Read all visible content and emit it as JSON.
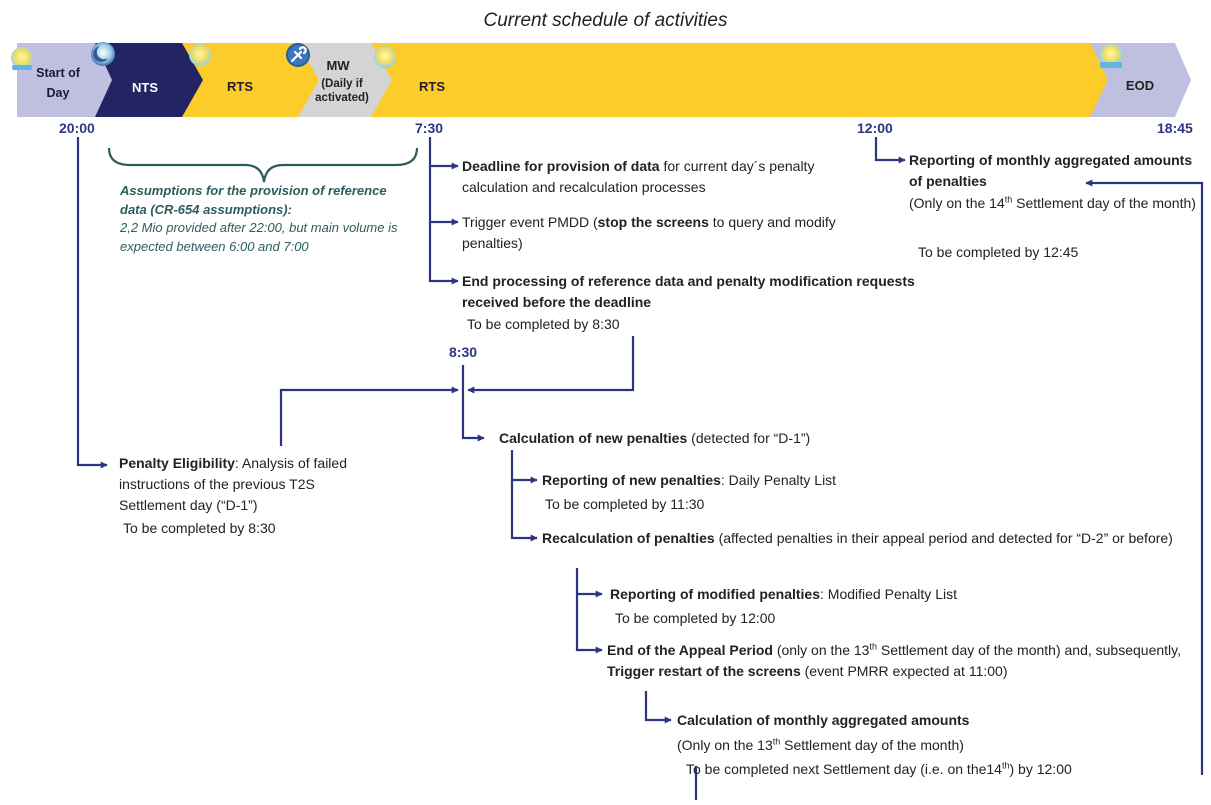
{
  "title": "Current schedule of activities",
  "phases": [
    {
      "label": "Start of Day",
      "color": "#bfc0e0"
    },
    {
      "label": "NTS",
      "color": "#222464"
    },
    {
      "label": "RTS",
      "color": "#fccc2a"
    },
    {
      "label": "MW",
      "sublabel": "(Daily if activated)",
      "color": "#d4d4d4"
    },
    {
      "label": "RTS",
      "color": "#fccc2a"
    },
    {
      "label": "EOD",
      "color": "#bfc0e0"
    }
  ],
  "times": {
    "t2000": "20:00",
    "t0730": "7:30",
    "t1200": "12:00",
    "t1845": "18:45",
    "t0830": "8:30"
  },
  "assumptions": {
    "heading": "Assumptions for the provision of reference data (CR-654 assumptions):",
    "body": "2,2 Mio provided after 22:00, but main volume is expected between 6:00 and 7:00"
  },
  "steps": {
    "deadline": {
      "bold": "Deadline for provision of data",
      "text": " for current day´s penalty calculation and recalculation processes"
    },
    "trigger": {
      "pre": "Trigger event PMDD (",
      "bold": "stop the screens",
      "post": " to query and modify penalties)"
    },
    "endproc": {
      "bold": "End processing of reference data and penalty modification requests received before the deadline",
      "note": "To be completed by 8:30"
    },
    "monthly_report": {
      "bold": "Reporting of monthly aggregated amounts of penalties",
      "pre": "(Only on the 14",
      "sup": "th",
      "post": " Settlement day of the month)",
      "note": "To be completed by 12:45"
    },
    "eligibility": {
      "bold": "Penalty Eligibility",
      "text": ": Analysis of failed instructions of the previous T2S Settlement day (“D-1”)",
      "note": "To be completed by 8:30"
    },
    "calc_new": {
      "bold": "Calculation of new penalties",
      "text": " (detected for “D-1”)"
    },
    "report_new": {
      "bold": "Reporting of new penalties",
      "text": ": Daily Penalty List",
      "note": "To be completed by 11:30"
    },
    "recalc": {
      "bold": "Recalculation of penalties",
      "text": " (affected penalties in their appeal period and detected for “D-2” or before)"
    },
    "report_mod": {
      "bold": "Reporting of modified penalties",
      "text": ":  Modified Penalty List",
      "note": "To be completed by 12:00"
    },
    "appeal_end": {
      "bold1": "End of the Appeal Period",
      "pre": " (only on the 13",
      "sup": "th",
      "mid": " Settlement day of the month) and, subsequently, ",
      "bold2": "Trigger restart of the screens",
      "post": " (event PMRR expected at 11:00)"
    },
    "monthly_calc": {
      "bold": "Calculation of monthly aggregated amounts",
      "line2_pre": "(Only on the 13",
      "line2_sup": "th",
      "line2_post": " Settlement day of the month)",
      "line3_pre": "To be completed next Settlement day (i.e. on the14",
      "line3_sup": "th",
      "line3_post": ") by 12:00"
    }
  },
  "colors": {
    "arrow": "#2e3580",
    "accent": "#2d5c5e",
    "timeline_label": "#2e3580",
    "rts": "#fccc2a",
    "nts": "#222464",
    "sod_eod": "#bfc0e0",
    "mw": "#d4d4d4"
  },
  "icons": [
    "sun-icon",
    "moon-icon",
    "wrench-icon"
  ]
}
